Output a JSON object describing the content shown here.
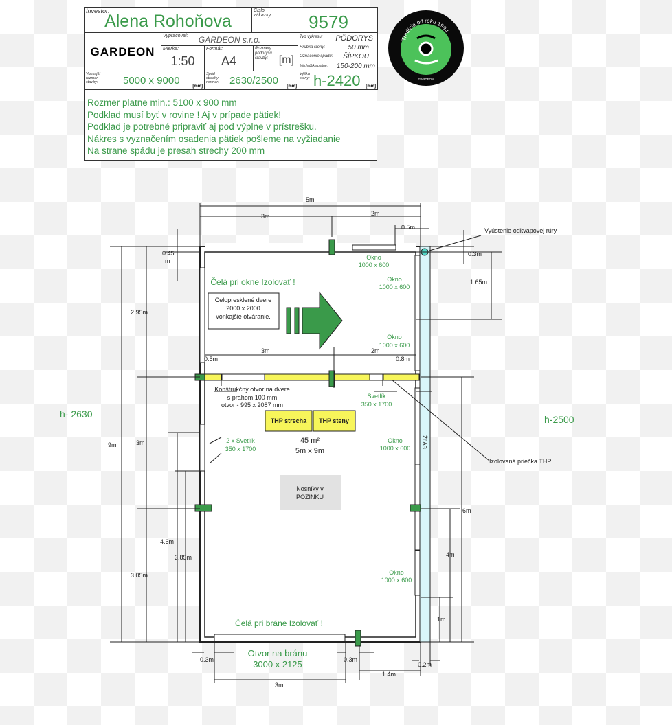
{
  "header": {
    "investor_label": "Investor:",
    "investor": "Alena Rohoňova",
    "order_label": "Číslo zákazky:",
    "order_number": "9579",
    "logo": "GARDEON",
    "prepared_label": "Vypracoval:",
    "prepared_by": "GARDEON s.r.o.",
    "scale_label": "Mierka:",
    "scale": "1:50",
    "format_label": "Formát:",
    "format": "A4",
    "dims_label": "Rozmery pôdorysu stavby:",
    "dims_unit": "[m]",
    "drawing_type_label": "Typ výkresu:",
    "drawing_type": "PÔDORYS",
    "wall_label": "Hrúbka steny:",
    "wall": "50 mm",
    "slope_mark_label": "Označenie spádu:",
    "slope_mark": "ŠÍPKOU",
    "slab_label": "Min.hrúbka platne:",
    "slab": "150-200 mm",
    "outer_label": "Vonkajší rozmer stavby:",
    "outer": "5000 x 9000",
    "roof_label": "Spád strechy rozmer:",
    "roof": "2630/2500",
    "height_label": "Výška steny:",
    "height": "h-2420",
    "mm": "[mm]",
    "notes": [
      "Rozmer platne min.: 5100 x 900  mm",
      "Podklad musí byť v rovine ! Aj v prípade pätiek!",
      "Podklad je potrebné pripraviť aj pod výplne v prístrešku.",
      "Nákres s vyznačením osadenia pätiek pošleme na vyžiadanie",
      "Na strane spádu je presah strechy 200 mm"
    ]
  },
  "badge": {
    "text": "Tradícia od roku 1994",
    "brand": "GARDEON"
  },
  "plan": {
    "dims": {
      "top_total": "5m",
      "top_left": "3m",
      "top_right": "2m",
      "top_small": "0.5m",
      "left_total": "9m",
      "left_top": "2.95m",
      "left_mid": "3m",
      "left_bottom": "3.05m",
      "left_046": "0.45",
      "left_046_unit": "m",
      "left_46": "4.6m",
      "left_385": "3.85m",
      "right_03": "0.3m",
      "right_165": "1.65m",
      "right_6": "6m",
      "right_4": "4m",
      "right_1": "1m",
      "mid_3m": "3m",
      "mid_2m": "2m",
      "mid_05": "0.5m",
      "mid_08": "0.8m",
      "bot_03a": "0.3m",
      "bot_03b": "0.3m",
      "bot_3m": "3m",
      "bot_14": "1.4m",
      "bot_02": "0.2m"
    },
    "heights": {
      "left": "h- 2630",
      "right": "h-2500"
    },
    "labels": {
      "downpipe": "Vyústenie odkvapovej rúry",
      "insulated_partition": "Izolovaná priečka THP",
      "insulate_window": "Čelá pri okne Izolovať !",
      "insulate_gate": "Čelá pri bráne Izolovať !",
      "door": [
        "Celopresklené dvere",
        "2000 x 2000",
        "vonkajšie otváranie."
      ],
      "opening": [
        "Konštrukčný otvor na dvere",
        "s prahom 100 mm",
        "otvor - 995 x 2087 mm"
      ],
      "windows": [
        [
          "Okno",
          "1000 x 600"
        ],
        [
          "Okno",
          "1000 x 600"
        ],
        [
          "Okno",
          "1000 x 600"
        ],
        [
          "Okno",
          "1000 x 600"
        ],
        [
          "Okno",
          "1000 x 600"
        ]
      ],
      "skylight": [
        "Svetlík",
        "350 x 1700"
      ],
      "skylights2": [
        "2 x Svetlík",
        "350 x 1700"
      ],
      "thp_roof": "THP strecha",
      "thp_walls": "THP steny",
      "area": "45 m²",
      "size": "5m x 9m",
      "beams": [
        "Nosníky v",
        "POZINKU"
      ],
      "gutter": "ŽĽAB",
      "gate": [
        "Otvor na bránu",
        "3000 x 2125"
      ]
    },
    "colors": {
      "green": "#3a9a4a",
      "yellow": "#f7f55a",
      "gutter": "#d8f6fa",
      "grey": "#e2e2e2"
    }
  }
}
